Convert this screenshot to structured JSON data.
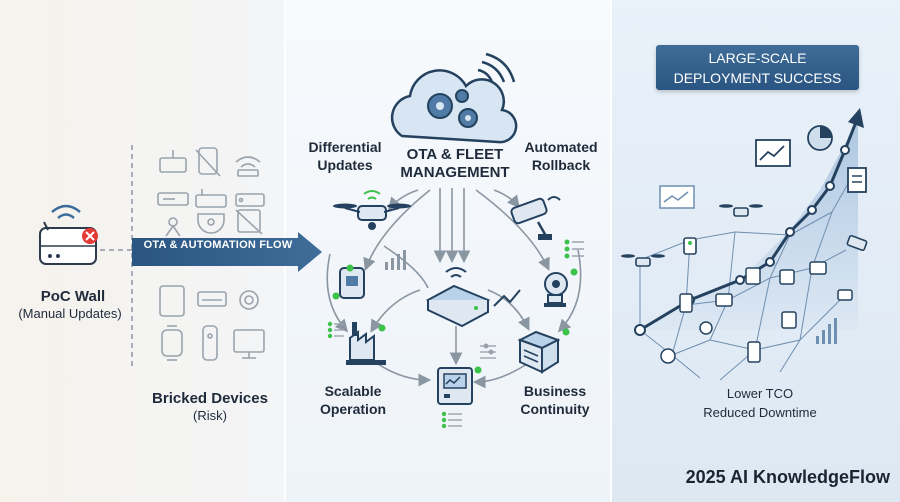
{
  "left": {
    "poc_title": "PoC Wall",
    "poc_subtitle": "(Manual Updates)",
    "bricked_title": "Bricked Devices",
    "bricked_subtitle": "(Risk)",
    "flow_label": "OTA & AUTOMATION FLOW"
  },
  "middle": {
    "hub_title_line1": "OTA & FLEET",
    "hub_title_line2": "MANAGEMENT",
    "labels": {
      "differential_line1": "Differential",
      "differential_line2": "Updates",
      "rollback_line1": "Automated",
      "rollback_line2": "Rollback",
      "scalable_line1": "Scalable",
      "scalable_line2": "Operation",
      "continuity_line1": "Business",
      "continuity_line2": "Continuity"
    }
  },
  "right": {
    "deploy_line1": "LARGE-SCALE",
    "deploy_line2": "DEPLOYMENT SUCCESS",
    "tco_line1": "Lower TCO",
    "tco_line2": "Reduced Downtime",
    "brand": "2025 AI KnowledgeFlow"
  },
  "colors": {
    "navy": "#2a5582",
    "accent_blue": "#3f6c98",
    "status_green": "#3cc24a",
    "error_red": "#e53935",
    "icon_gray": "#9aa3ad",
    "line_gray": "#8b96a3"
  },
  "icons": {
    "hub": "cloud-gears-icon",
    "poc_device": "router-error-icon",
    "growth": "growth-arrow-icon"
  }
}
